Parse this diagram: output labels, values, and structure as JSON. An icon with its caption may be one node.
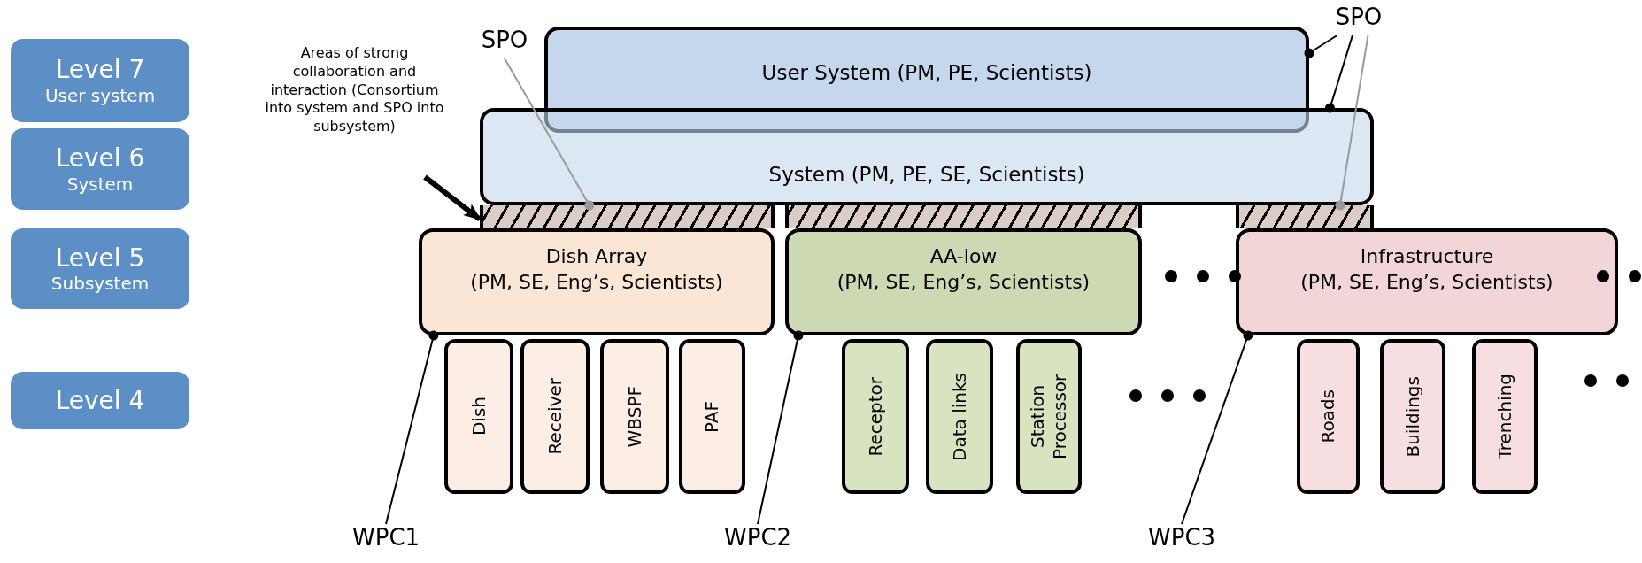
{
  "diagram": {
    "nodes": [
      {
        "text": [
          "Level 7",
          "User system"
        ]
      },
      {
        "text": [
          "Level 6",
          "System"
        ]
      },
      {
        "text": [
          "Level 5",
          "Subsystem"
        ]
      },
      {
        "text": [
          "Level 4"
        ]
      },
      {
        "text": [
          "User System (PM, PE, Scientists)"
        ]
      },
      {
        "text": [
          "System (PM, PE, SE, Scientists)"
        ]
      },
      {
        "text": [
          "Dish Array",
          "(PM, SE, Eng’s, Scientists)"
        ]
      },
      {
        "text": [
          "Dish"
        ]
      },
      {
        "text": [
          "Receiver"
        ]
      },
      {
        "text": [
          "WBSPF"
        ]
      },
      {
        "text": [
          "PAF"
        ]
      },
      {
        "text": [
          "AA-low",
          "(PM, SE, Eng’s, Scientists)"
        ]
      },
      {
        "text": [
          "Receptor"
        ]
      },
      {
        "text": [
          "Data links"
        ]
      },
      {
        "text": [
          "Station Processor"
        ]
      },
      {
        "text": [
          "Infrastructure",
          "(PM, SE, Eng’s, Scientists)"
        ]
      },
      {
        "text": [
          "Roads"
        ]
      },
      {
        "text": [
          "Buildings"
        ]
      },
      {
        "text": [
          "Trenching"
        ]
      },
      {
        "text": [],
        "shape": "bar"
      },
      {
        "text": [],
        "shape": "bar"
      },
      {
        "text": [],
        "shape": "bar"
      },
      {
        "text": [
          "SPO"
        ]
      },
      {
        "text": [
          "SPO"
        ]
      },
      {
        "text": [
          "Areas of strong collaboration and interaction (Consortium into system and SPO into subsystem)"
        ]
      },
      {
        "text": [
          "WPC1"
        ]
      },
      {
        "text": [
          "WPC2"
        ]
      },
      {
        "text": [
          "WPC3"
        ]
      }
    ],
    "edges": [
      {
        "from": 22,
        "to": 19,
        "arrow": "other",
        "color": "#999999"
      },
      {
        "from": 23,
        "to": 4,
        "arrow": "other"
      },
      {
        "from": 23,
        "to": 5,
        "arrow": "other"
      },
      {
        "from": 23,
        "to": 21,
        "arrow": "other",
        "color": "#999999"
      },
      {
        "from": 24,
        "to": 19,
        "arrow": "to",
        "style": "thick"
      },
      {
        "from": 25,
        "to": 6,
        "arrow": "other"
      },
      {
        "from": 26,
        "to": 11,
        "arrow": "other"
      },
      {
        "from": 27,
        "to": 15,
        "arrow": "other"
      }
    ]
  }
}
